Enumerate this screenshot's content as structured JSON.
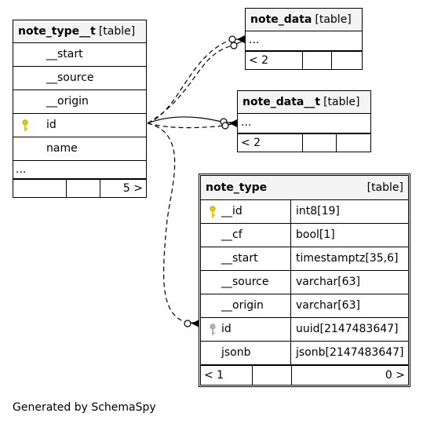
{
  "tables": {
    "note_type__t": {
      "name": "note_type__t",
      "kind": "[table]",
      "columns": [
        "__start",
        "__source",
        "__origin",
        "id",
        "name"
      ],
      "more": "...",
      "footer": {
        "left": "",
        "mid": "",
        "right": "5 >"
      }
    },
    "note_data": {
      "name": "note_data",
      "kind": "[table]",
      "more": "...",
      "footer": {
        "left": "< 2"
      }
    },
    "note_data__t": {
      "name": "note_data__t",
      "kind": "[table]",
      "more": "...",
      "footer": {
        "left": "< 2"
      }
    },
    "note_type": {
      "name": "note_type",
      "kind": "[table]",
      "columns": [
        {
          "name": "__id",
          "type": "int8[19]"
        },
        {
          "name": "__cf",
          "type": "bool[1]"
        },
        {
          "name": "__start",
          "type": "timestamptz[35,6]"
        },
        {
          "name": "__source",
          "type": "varchar[63]"
        },
        {
          "name": "__origin",
          "type": "varchar[63]"
        },
        {
          "name": "id",
          "type": "uuid[2147483647]"
        },
        {
          "name": "jsonb",
          "type": "jsonb[2147483647]"
        }
      ],
      "footer": {
        "left": "< 1",
        "right": "0 >"
      }
    }
  },
  "icons": {
    "primary_key": "key-icon-yellow",
    "implied_key": "key-icon-gray"
  },
  "colors": {
    "primary_key": "#e6c800",
    "implied_key": "#b4b4b4",
    "header_bg": "#f4f4f4"
  },
  "footer_text": "Generated by SchemaSpy"
}
